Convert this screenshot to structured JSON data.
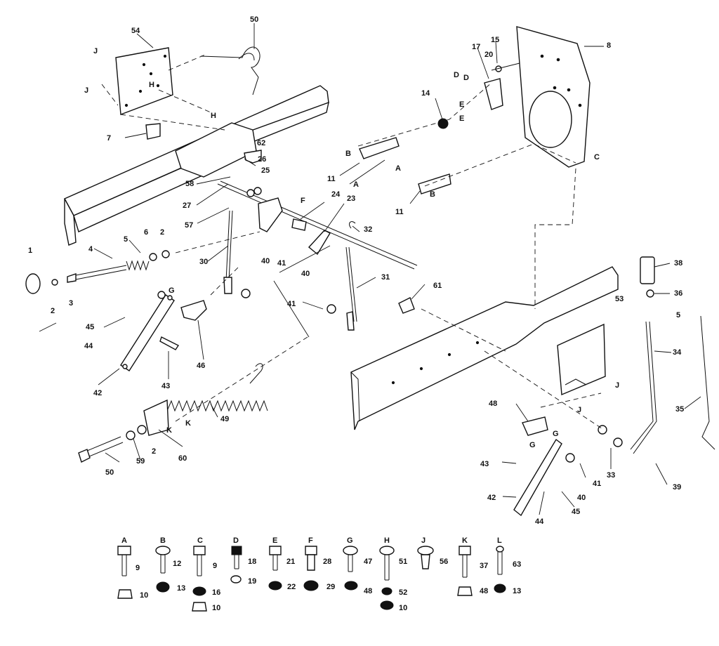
{
  "callouts": [
    "50",
    "54",
    "J",
    "J",
    "H",
    "H",
    "7",
    "62",
    "26",
    "25",
    "58",
    "27",
    "F",
    "24",
    "23",
    "32",
    "57",
    "6",
    "2",
    "5",
    "4",
    "1",
    "2",
    "3",
    "30",
    "40",
    "41",
    "41",
    "40",
    "31",
    "61",
    "G",
    "45",
    "44",
    "46",
    "42",
    "43",
    "49",
    "K",
    "K",
    "60",
    "59",
    "2",
    "50",
    "8",
    "15",
    "20",
    "17",
    "D",
    "D",
    "E",
    "E",
    "14",
    "B",
    "11",
    "A",
    "A",
    "11",
    "B",
    "C",
    "38",
    "36",
    "5",
    "53",
    "34",
    "35",
    "J",
    "J",
    "48",
    "G",
    "G",
    "33",
    "39",
    "41",
    "40",
    "45",
    "43",
    "42",
    "44"
  ],
  "legend": [
    {
      "letter": "A",
      "bolt": "9",
      "nut": "10"
    },
    {
      "letter": "B",
      "bolt": "12",
      "nut": "13"
    },
    {
      "letter": "C",
      "bolt": "9",
      "nut": "16",
      "nut2": "10"
    },
    {
      "letter": "D",
      "bolt": "18",
      "nut": "19"
    },
    {
      "letter": "E",
      "bolt": "21",
      "nut": "22"
    },
    {
      "letter": "F",
      "bolt": "28",
      "nut": "29"
    },
    {
      "letter": "G",
      "bolt": "47",
      "nut": "48"
    },
    {
      "letter": "H",
      "bolt": "51",
      "nut": "52",
      "nut2": "10"
    },
    {
      "letter": "J",
      "bolt": "56"
    },
    {
      "letter": "K",
      "bolt": "37",
      "nut": "48"
    },
    {
      "letter": "L",
      "bolt": "63",
      "nut": "13"
    }
  ]
}
